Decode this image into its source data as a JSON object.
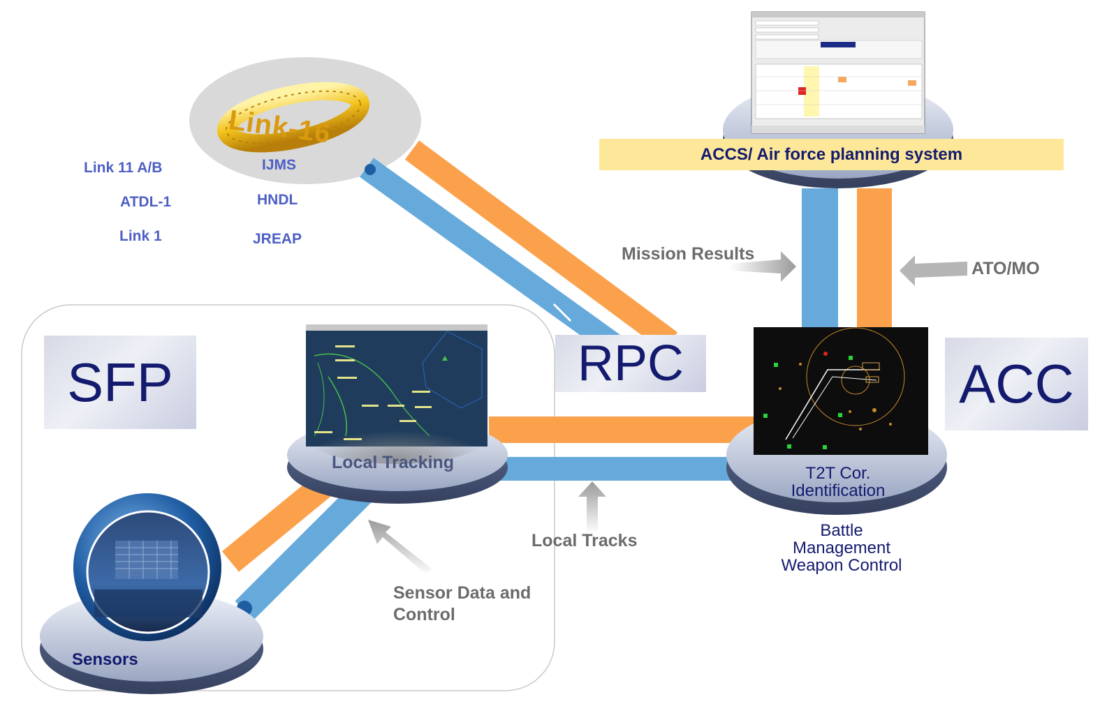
{
  "link16": {
    "logo_text": "Link-16",
    "protocols_left": [
      "Link 11 A/B",
      "ATDL-1",
      "Link 1"
    ],
    "protocols_right": [
      "IJMS",
      "HNDL",
      "JREAP"
    ]
  },
  "planning": {
    "title": "ACCS/ Air force planning system"
  },
  "sites": {
    "sfp": "SFP",
    "rpc": "RPC",
    "acc": "ACC"
  },
  "nodes": {
    "local_tracking": "Local Tracking",
    "sensors": "Sensors",
    "t2t_line1": "T2T Cor.",
    "t2t_line2": "Identification",
    "acc_functions": [
      "Battle",
      "Management",
      "Weapon Control"
    ]
  },
  "flows": {
    "mission_results": "Mission Results",
    "ato_mo": "ATO/MO",
    "local_tracks": "Local Tracks",
    "sensor_data_line1": "Sensor Data and",
    "sensor_data_line2": "Control"
  },
  "colors": {
    "orange": "#fba14b",
    "blue": "#66a9db",
    "navy": "#141a6e",
    "link_blue": "#4d5fc4"
  }
}
